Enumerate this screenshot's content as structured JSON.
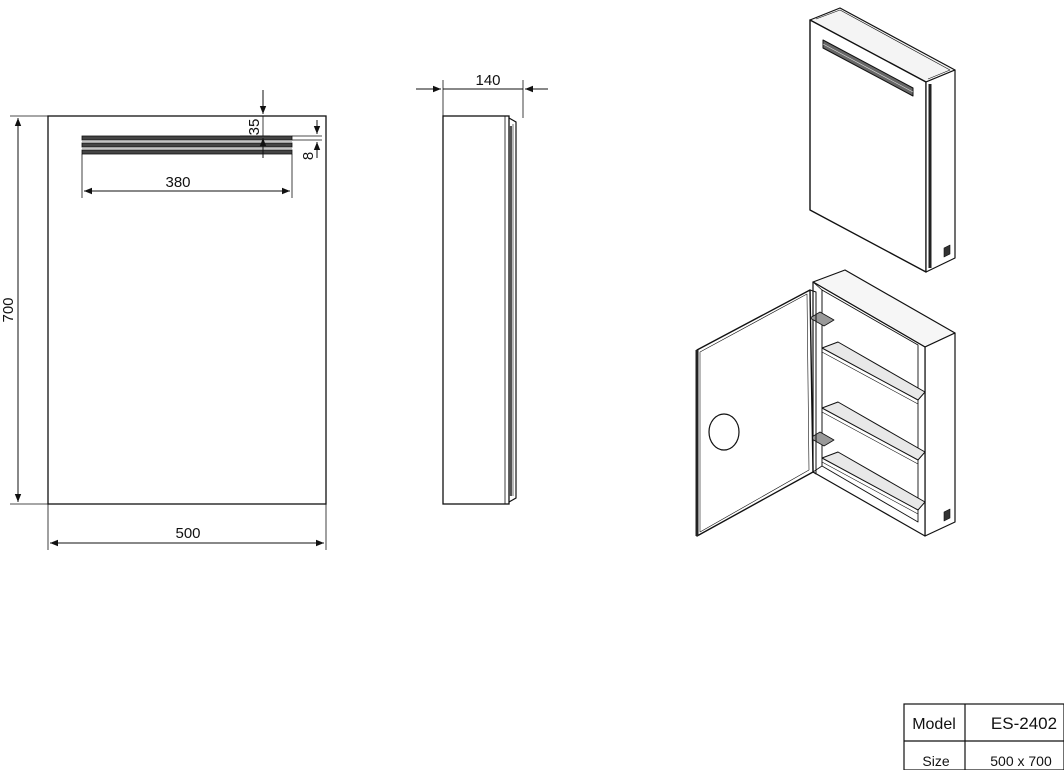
{
  "front_view": {
    "width_label": "500",
    "height_label": "700",
    "light_width_label": "380",
    "light_offset_label": "35",
    "light_height_label": "8"
  },
  "side_view": {
    "depth_label": "140"
  },
  "spec_table": {
    "rows": [
      {
        "label": "Model",
        "value": "ES-2402"
      },
      {
        "label": "Size",
        "value": "500 x 700"
      }
    ]
  },
  "colors": {
    "line": "#111111",
    "background": "#ffffff"
  }
}
